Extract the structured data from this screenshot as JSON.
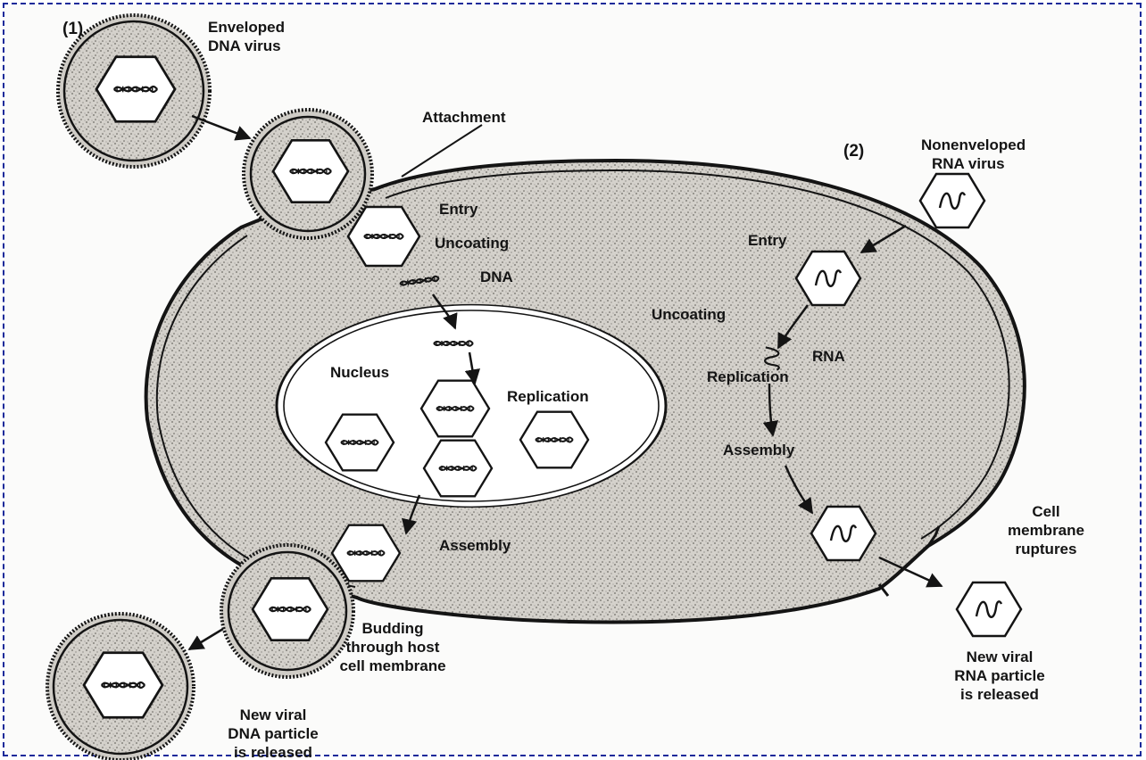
{
  "panel1": {
    "number": "(1)",
    "virus_label": [
      "Enveloped",
      "DNA virus"
    ],
    "attachment": "Attachment",
    "entry": "Entry",
    "uncoating": "Uncoating",
    "dna": "DNA",
    "nucleus": "Nucleus",
    "replication": "Replication",
    "assembly": "Assembly",
    "budding": [
      "Budding",
      "through host",
      "cell membrane"
    ],
    "released": [
      "New viral",
      "DNA particle",
      "is released"
    ]
  },
  "panel2": {
    "number": "(2)",
    "virus_label": [
      "Nonenveloped",
      "RNA virus"
    ],
    "entry": "Entry",
    "uncoating": "Uncoating",
    "rna": "RNA",
    "replication": "Replication",
    "assembly": "Assembly",
    "ruptures": [
      "Cell",
      "membrane",
      "ruptures"
    ],
    "released": [
      "New viral",
      "RNA particle",
      "is released"
    ]
  },
  "colors": {
    "ink": "#141414",
    "cytoplasm": "#c9c6c0",
    "nucleus": "#ffffff",
    "frame": "#1a2a9a"
  },
  "icons": [
    "dna-helix-icon",
    "rna-strand-icon",
    "hexagon-capsid-icon"
  ]
}
